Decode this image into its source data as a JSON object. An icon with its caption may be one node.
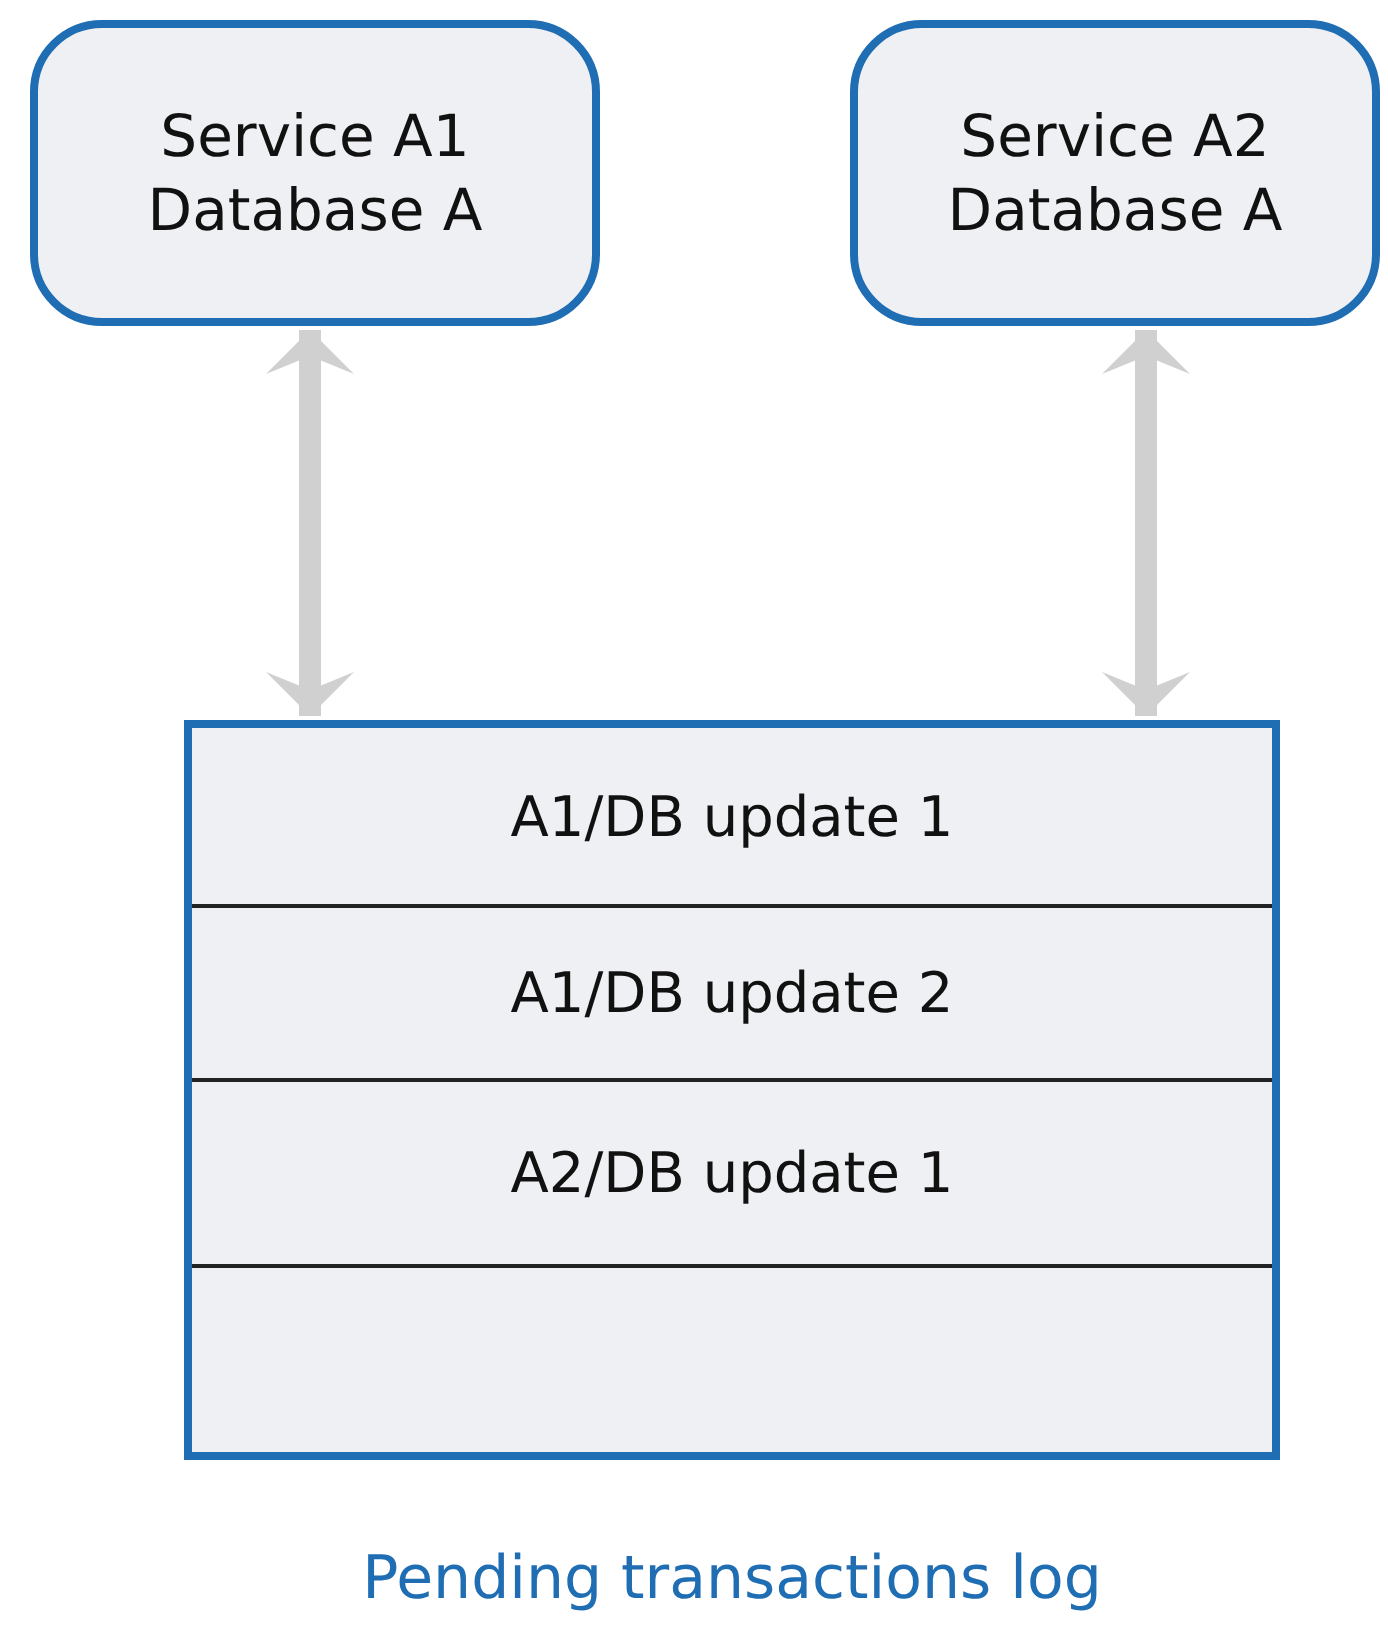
{
  "diagram": {
    "nodes": [
      {
        "text": [
          "Service A1 Database A"
        ]
      },
      {
        "text": [
          "Service A2 Database A"
        ]
      },
      {
        "text": [],
        "shape": "box",
        "beside": [
          "Pending transactions log"
        ]
      },
      {
        "text": [
          "A1/DB update 1"
        ],
        "in": 2
      },
      {
        "text": [
          "A1/DB update 2"
        ],
        "in": 2
      },
      {
        "text": [
          "A2/DB update 1"
        ],
        "in": 2
      },
      {
        "text": [],
        "shape": "box",
        "in": 2
      }
    ],
    "edges": [
      {
        "from": 0,
        "to": 2,
        "arrow": "both"
      },
      {
        "from": 1,
        "to": 2,
        "arrow": "both"
      }
    ]
  }
}
